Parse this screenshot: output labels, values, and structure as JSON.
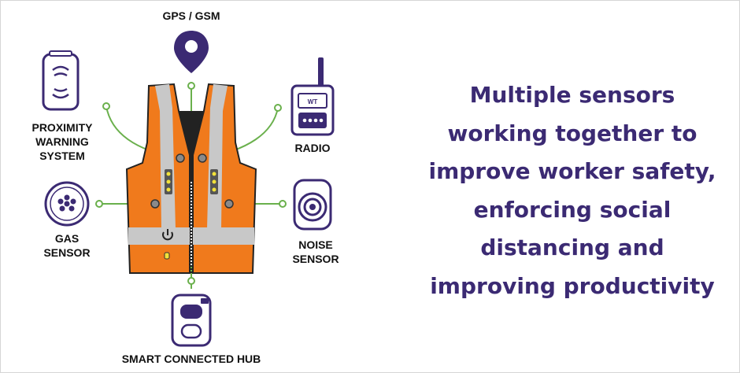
{
  "labels": {
    "gps": "GPS / GSM",
    "proximity": [
      "PROXIMITY",
      "WARNING",
      "SYSTEM"
    ],
    "radio": "RADIO",
    "gas": [
      "GAS",
      "SENSOR"
    ],
    "noise": [
      "NOISE",
      "SENSOR"
    ],
    "hub": "SMART CONNECTED HUB",
    "radio_badge": "WT"
  },
  "tagline": [
    "Multiple sensors",
    "working together to",
    "improve worker safety,",
    "enforcing social",
    "distancing and",
    "improving productivity"
  ],
  "colors": {
    "purple": "#3b2a73",
    "vest_orange": "#f07a1c",
    "reflective_strip": "#c8c8c8",
    "connector_green": "#6ab04c",
    "led_yellow": "#f2e23a"
  },
  "icons": [
    "location-pin-icon",
    "proximity-sensor-icon",
    "radio-icon",
    "gas-sensor-icon",
    "noise-sensor-icon",
    "hub-icon",
    "power-icon"
  ]
}
